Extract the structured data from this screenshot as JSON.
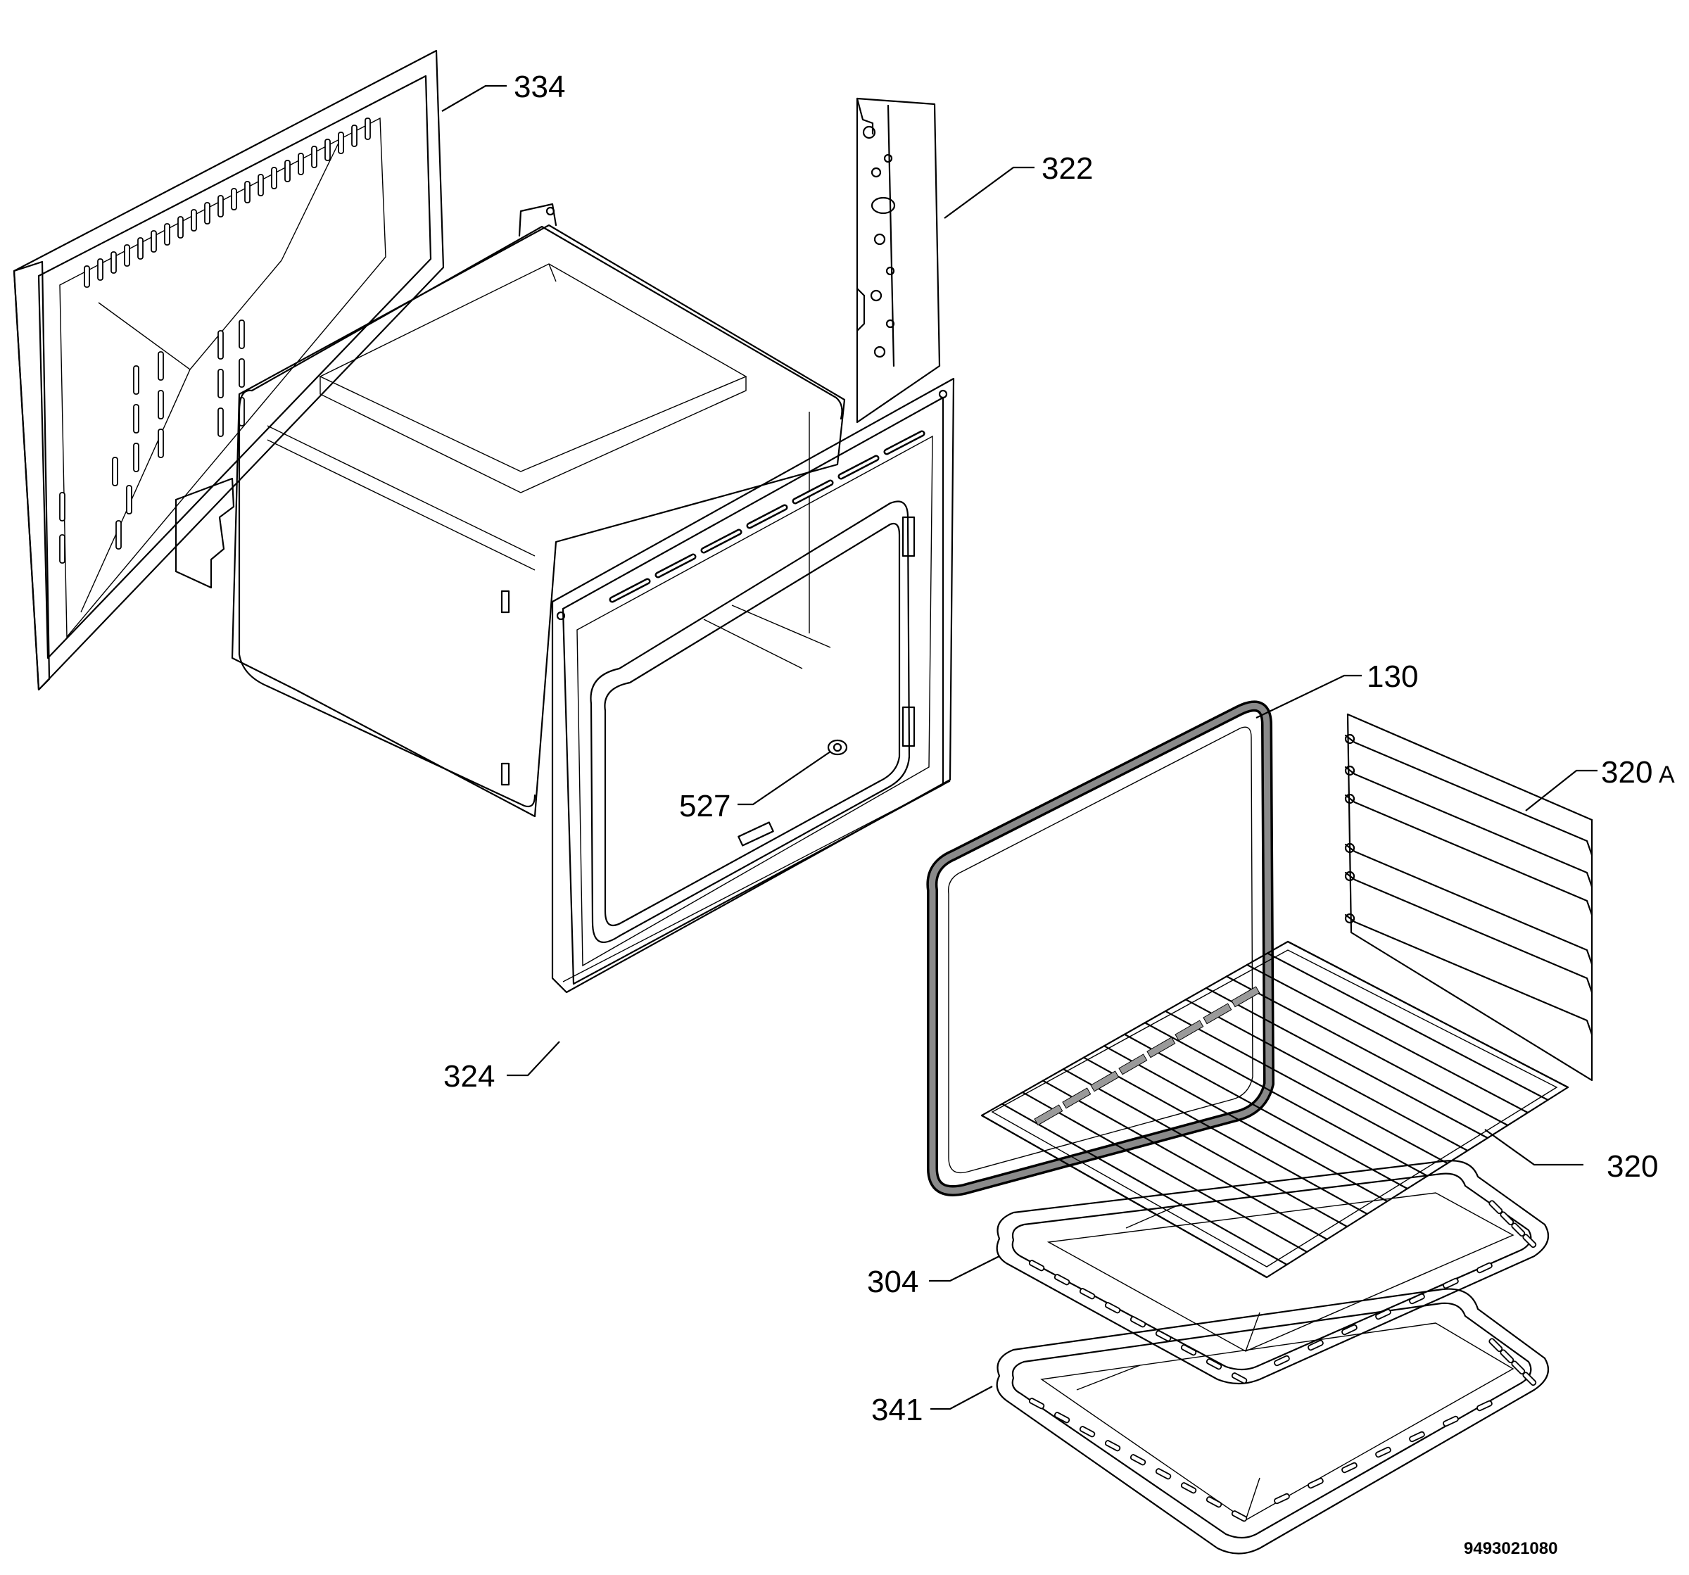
{
  "diagram": {
    "document_number": "9493021080",
    "callouts": {
      "c334": "334",
      "c322": "322",
      "c130": "130",
      "c320a_num": "320",
      "c320a_suffix": "A",
      "c527": "527",
      "c324": "324",
      "c320": "320",
      "c304": "304",
      "c341": "341"
    }
  }
}
